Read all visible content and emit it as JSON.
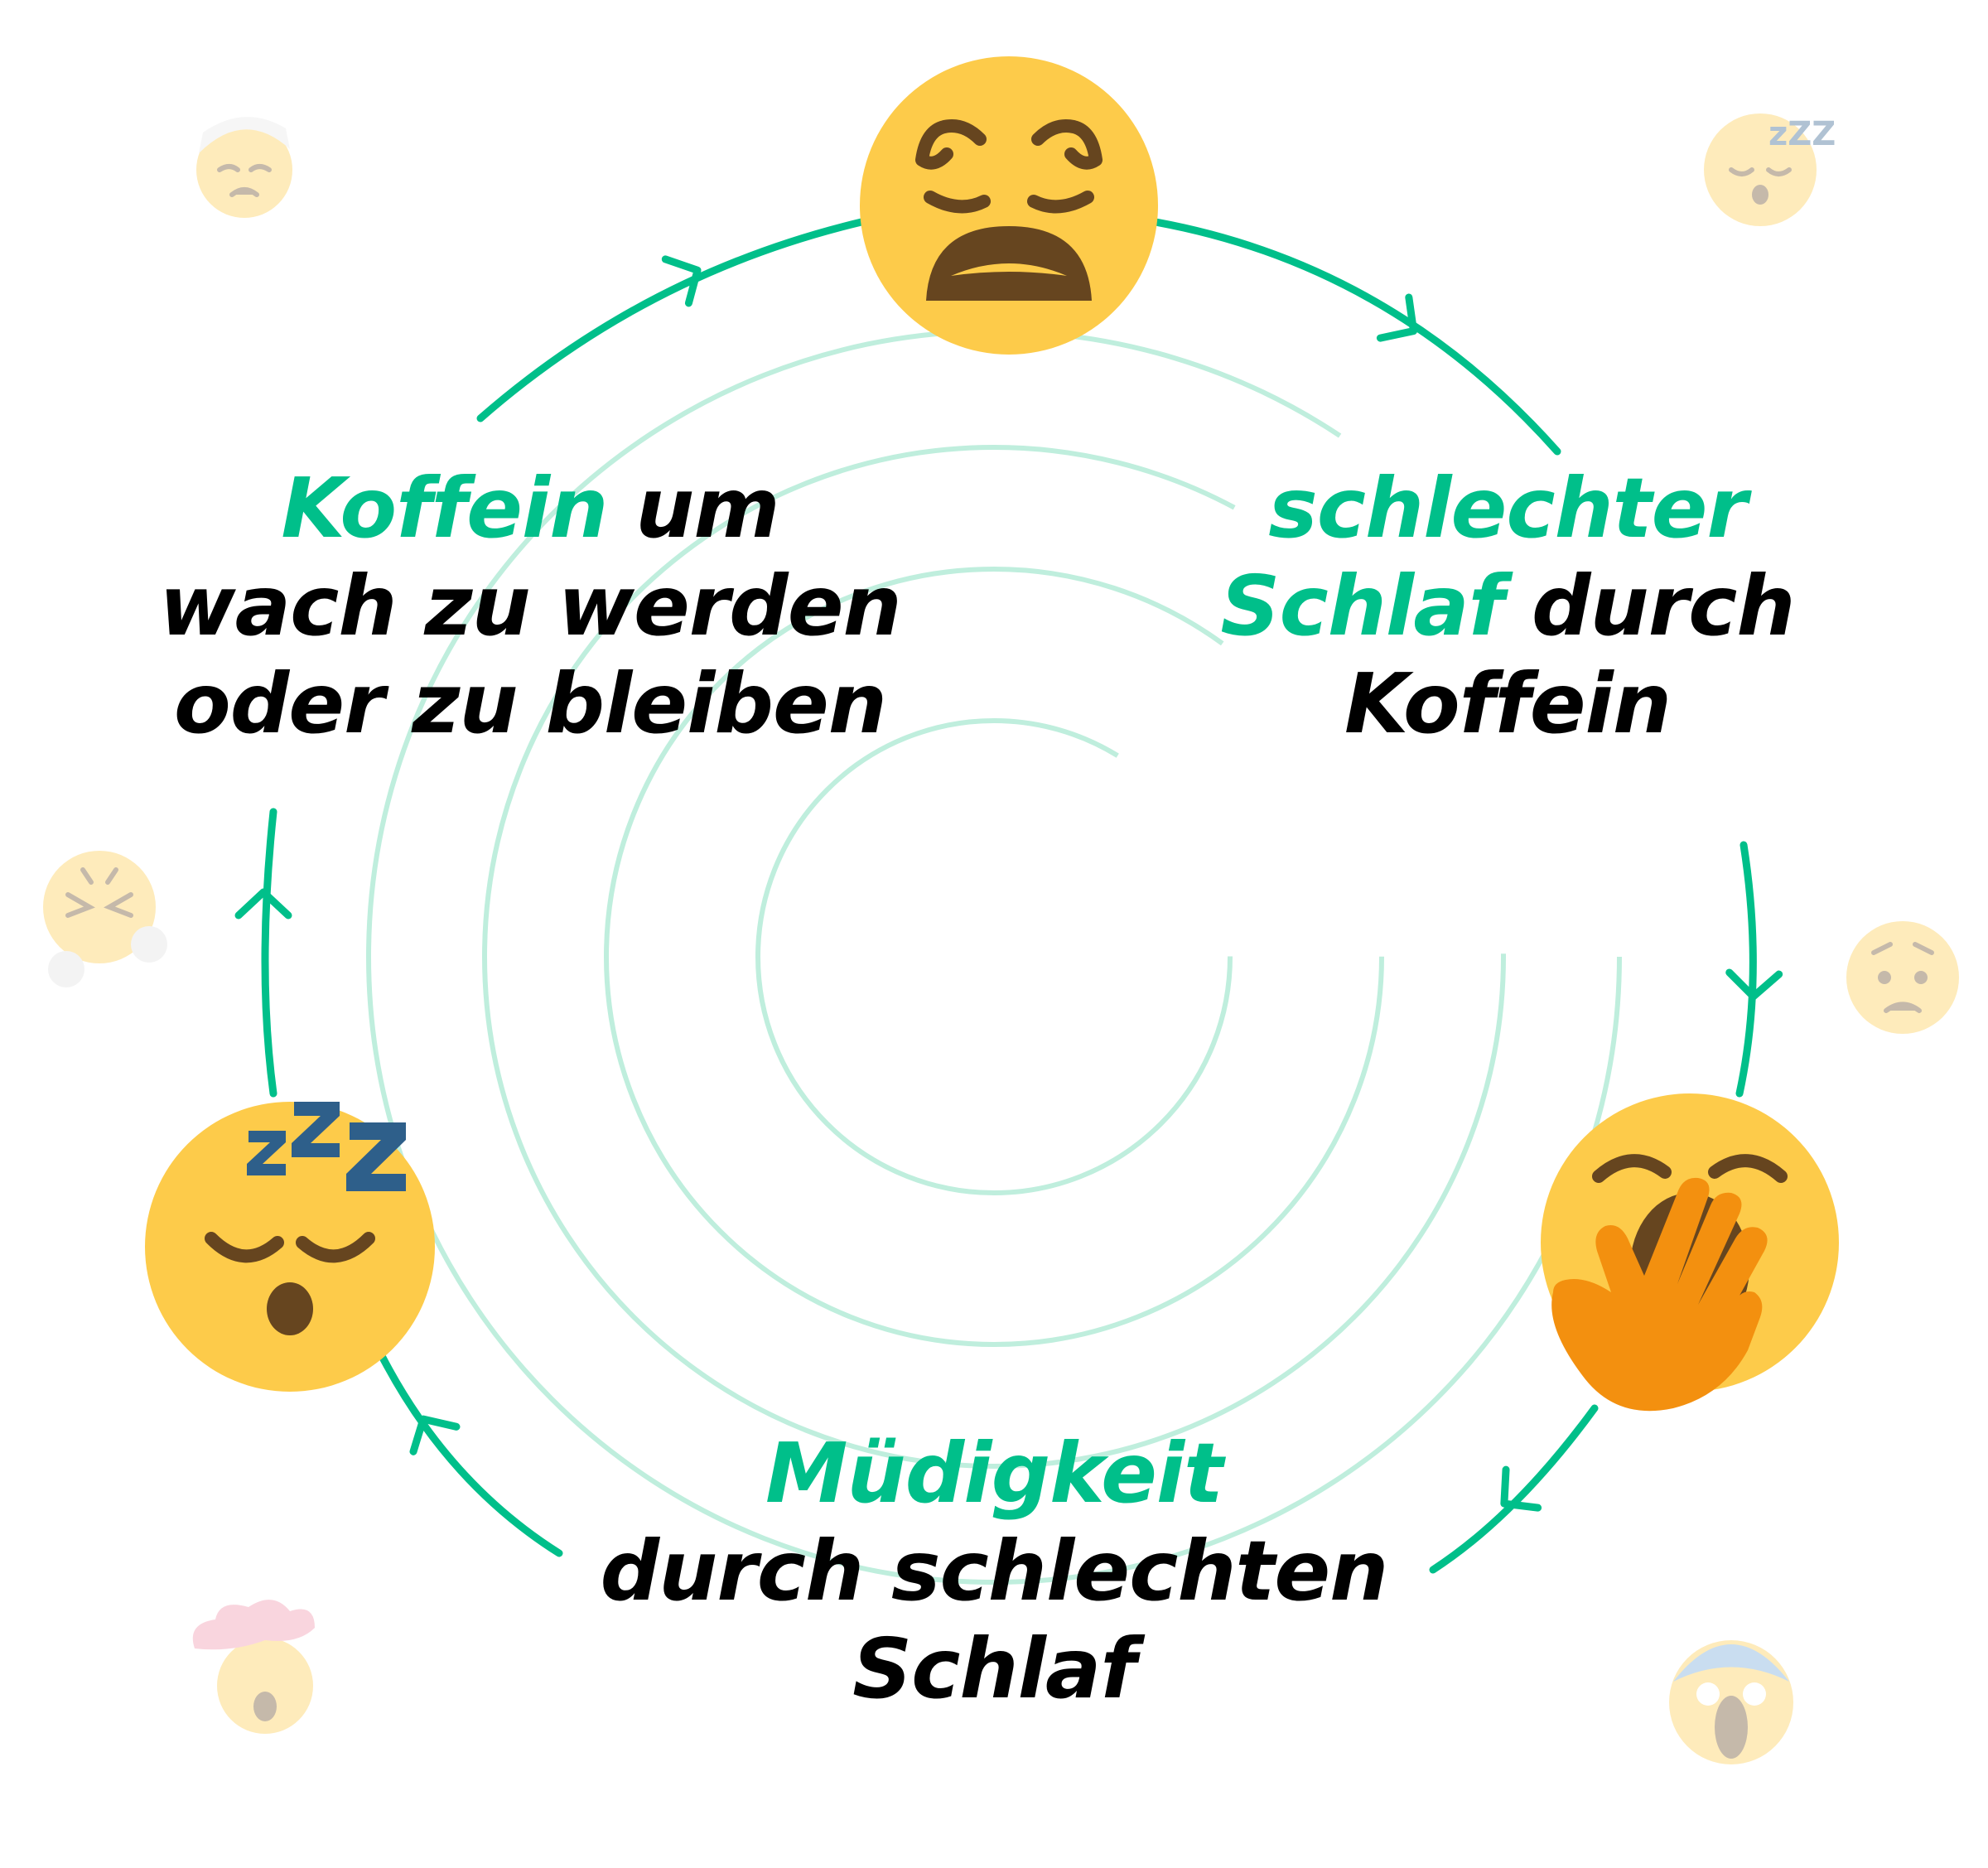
{
  "colors": {
    "accent": "#00bf8a",
    "ring": "#bfeedd",
    "emoji_face": "#fdcb4a",
    "emoji_feature": "#66451f",
    "zzz": "#2e5f8a",
    "hand": "#f3900f",
    "text": "#000000"
  },
  "cycle": {
    "top_emoji": "weary-face-icon",
    "right_emoji": "yawning-face-icon",
    "left_emoji": "sleeping-face-icon",
    "labels": {
      "left": {
        "highlight": "Koffein",
        "line1_rest": " um",
        "line2": "wach zu werden",
        "line3": "oder zu bleiben"
      },
      "right": {
        "line1": "schlechter",
        "line2_highlight": "Schlaf",
        "line2_rest": " durch",
        "line3": "Koffein"
      },
      "bottom": {
        "line1": "Müdigkeit",
        "line2": "durch schlechten",
        "line3": "Schlaf"
      }
    }
  },
  "decorative_emojis": [
    "bandaged-head-face-icon",
    "sleepy-face-zzz-icon",
    "steaming-angry-face-icon",
    "worried-face-icon",
    "exploding-head-face-icon",
    "screaming-face-icon"
  ]
}
